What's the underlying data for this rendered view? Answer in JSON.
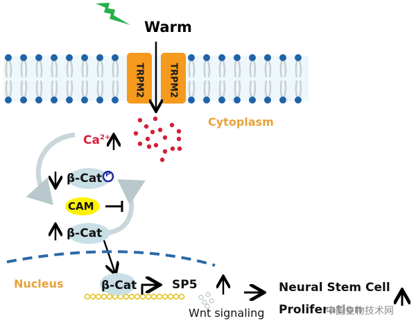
{
  "stimulus": {
    "label": "Warm",
    "icon": "lightning-bolt-icon"
  },
  "channel": {
    "left_label": "TRPM2",
    "right_label": "TRPM2"
  },
  "compartments": {
    "cytoplasm": "Cytoplasm",
    "nucleus": "Nucleus"
  },
  "calcium": {
    "label": "Ca",
    "superscript": "2+",
    "trend": "up"
  },
  "cytoplasm_nodes": {
    "bcat_phospho": {
      "label": "β-Cat",
      "phospho": "P",
      "trend": "down"
    },
    "cam": {
      "label": "CAM"
    },
    "bcat": {
      "label": "β-Cat",
      "trend": "up"
    }
  },
  "nucleus_nodes": {
    "bcat": {
      "label": "β-Cat"
    },
    "target_gene": {
      "label": "SP5"
    },
    "wnt": {
      "label": "Wnt signaling",
      "trend": "up"
    }
  },
  "outcome": {
    "line1": "Neural Stem Cell",
    "line2": "Proliferation",
    "trend": "up"
  },
  "watermark": {
    "text": "中国生物技术网"
  },
  "colors": {
    "membrane_head": "#1f63a8",
    "channel": "#f59a1d",
    "calcium": "#d41f3b",
    "compartment_label": "#e8a23a",
    "cam": "#fff200",
    "bcat": "#c9dfe6",
    "bolt": "#22b14c",
    "nuclear_envelope": "#2a6aa6",
    "dna": "#e6c83a"
  }
}
